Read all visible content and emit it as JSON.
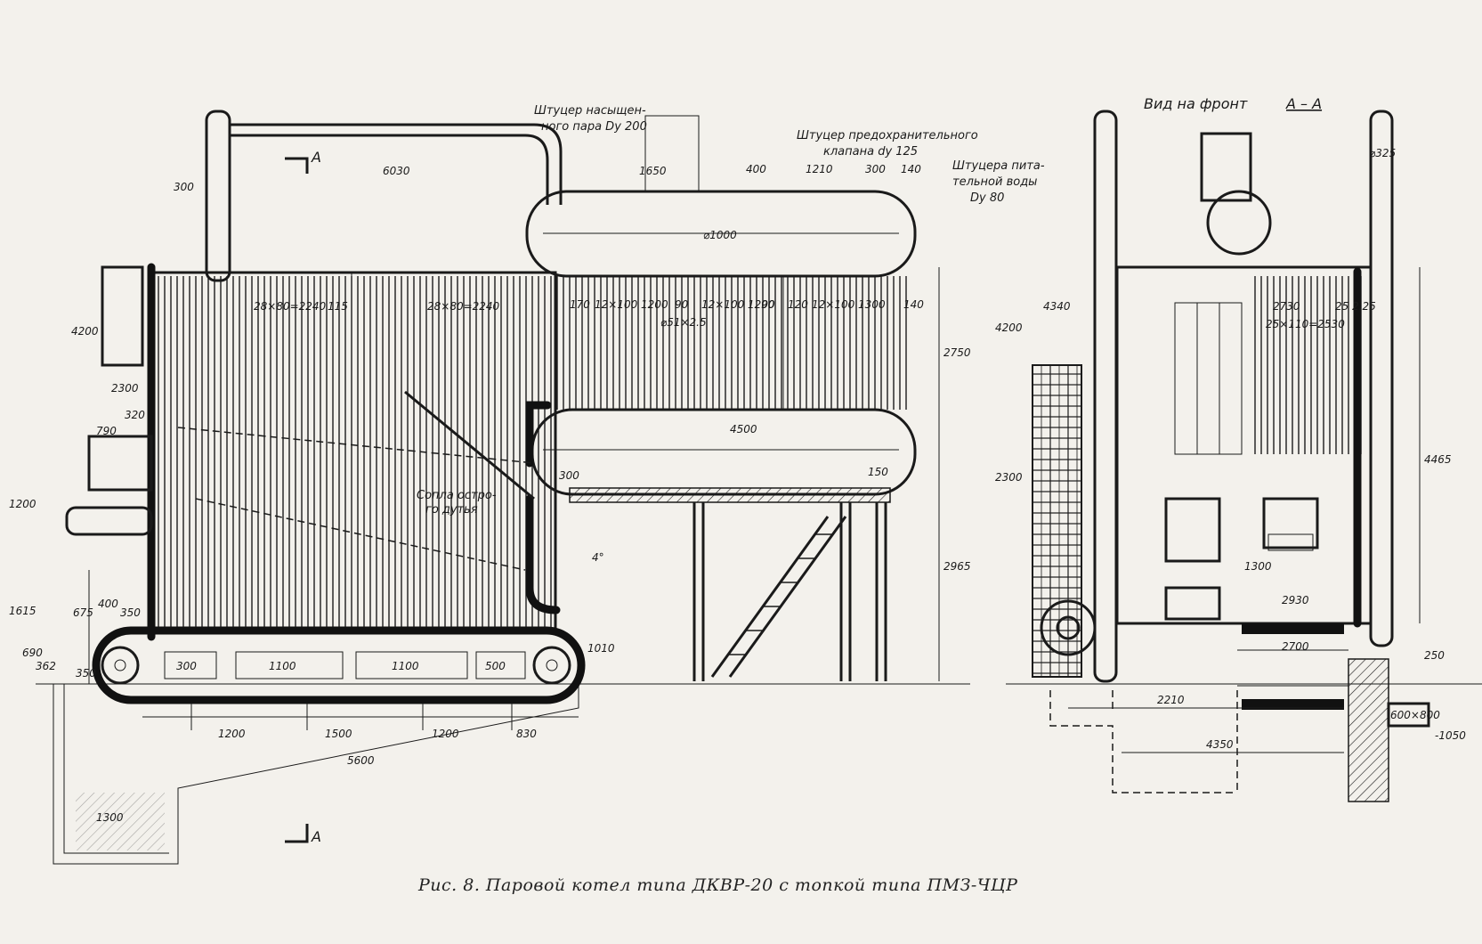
{
  "caption": "Рис. 8. Паровой котел типа ДКВР-20 с топкой типа ПМЗ-ЧЦР",
  "side_view": {
    "section_mark": "A",
    "notes": {
      "saturated_steam": [
        "Штуцер насыщен-",
        "ного пара Dy 200"
      ],
      "safety_valve": [
        "Штуцер предохранительного",
        "клапана dy 125"
      ],
      "feed_water": [
        "Штуцера пита-",
        "тельной воды",
        "Dy 80"
      ],
      "overfire_air": [
        "Сопла остро-",
        "го дутья"
      ]
    },
    "dimensions": {
      "d6030": "6030",
      "d300a": "300",
      "d1650": "1650",
      "d400": "400",
      "d1210": "1210",
      "d300b": "300",
      "d140a": "140",
      "d4200": "4200",
      "d2300": "2300",
      "d790": "790",
      "d1200v": "1200",
      "d1615": "1615",
      "d690": "690",
      "d362": "362",
      "d350v": "350",
      "d675": "675",
      "d400h": "400",
      "d350h": "350",
      "d300c": "300",
      "d1100a": "1100",
      "d1100b": "1100",
      "d500": "500",
      "d1010": "1010",
      "d2750": "2750",
      "d2965": "2965",
      "d4500": "4500",
      "d150": "150",
      "d300d": "300",
      "d1200a": "1200",
      "d1500": "1500",
      "d1200b": "1200",
      "d830": "830",
      "d5600": "5600",
      "d1300": "1300",
      "d140b": "140",
      "tubes1": "28×80=2240",
      "tubes2": "28×80=2240",
      "d115": "115",
      "tubes3": "12×100 1200",
      "tubes4": "12×100 1200",
      "tubes5": "12×100 1300",
      "d90a": "90",
      "d90b": "90",
      "d120": "120",
      "pipe": "⌀51×2.5",
      "d1000": "⌀1000",
      "d170": "170",
      "d320": "320",
      "d4deg": "4°"
    }
  },
  "front_view": {
    "title": "Вид на фронт",
    "section": "А – А",
    "dimensions": {
      "d325": "⌀325",
      "d4340": "4340",
      "d4200": "4200",
      "d2300": "2300",
      "d2730": "2730",
      "d2525": "25 2.25",
      "tubes": "25×110=2530",
      "d4465": "4465",
      "d1300": "1300",
      "d2930": "2930",
      "d2700": "2700",
      "d250": "250",
      "d2210": "2210",
      "d4350": "4350",
      "d600x800": "600×800",
      "m1050": "-1050"
    }
  }
}
